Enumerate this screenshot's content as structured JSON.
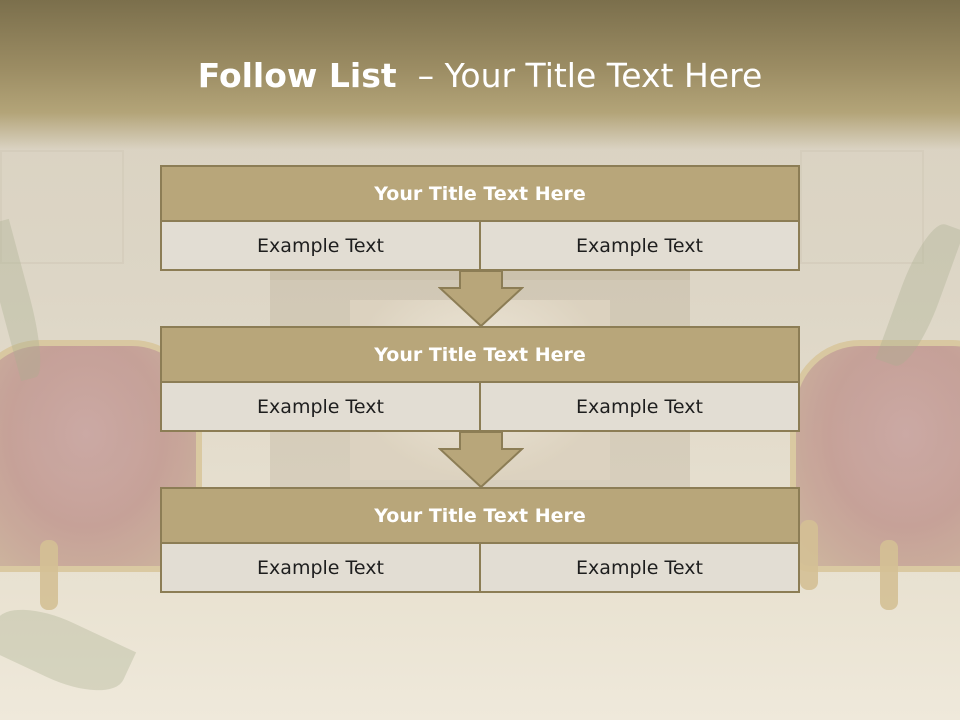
{
  "slide": {
    "title_bold": "Follow List",
    "title_rest": "  – Your Title Text Here"
  },
  "blocks": [
    {
      "title": "Your Title Text Here",
      "cells": [
        "Example Text",
        "Example Text"
      ]
    },
    {
      "title": "Your Title Text Here",
      "cells": [
        "Example Text",
        "Example Text"
      ]
    },
    {
      "title": "Your Title Text Here",
      "cells": [
        "Example Text",
        "Example Text"
      ]
    }
  ],
  "colors": {
    "title_bar": "#9b8c63",
    "block_title_fill": "#b8a67a",
    "block_border": "#8c7d55",
    "cell_fill": "#e2ddd3"
  }
}
